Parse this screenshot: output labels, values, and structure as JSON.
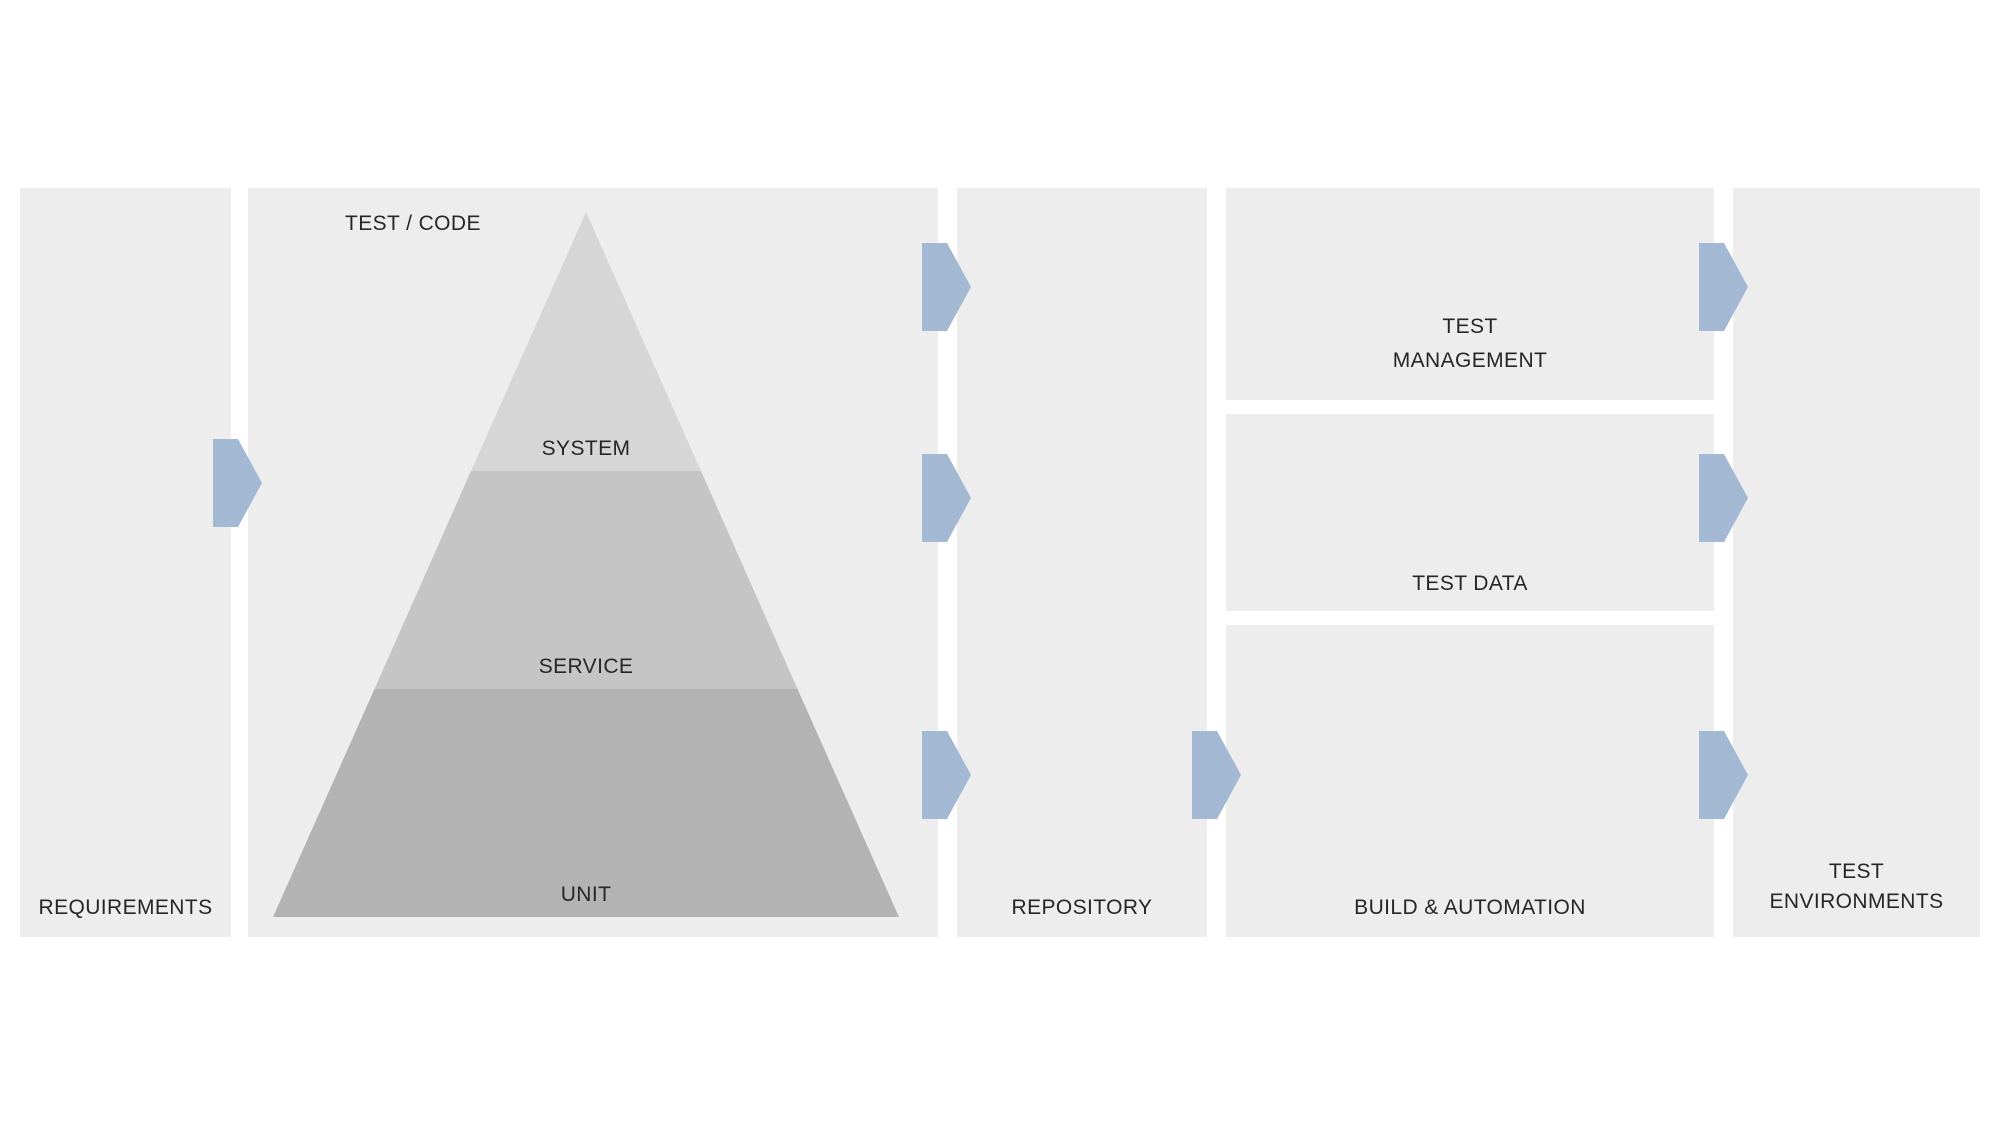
{
  "colors": {
    "panel": "#ededed",
    "arrow": "#a3b8d3",
    "label": "#262626"
  },
  "panels": {
    "requirements": {
      "label": "REQUIREMENTS"
    },
    "test_code": {
      "label": "TEST / CODE"
    },
    "repository": {
      "label": "REPOSITORY"
    },
    "test_management": {
      "label": "TEST\nMANAGEMENT"
    },
    "test_data": {
      "label": "TEST DATA"
    },
    "build_automation": {
      "label": "BUILD & AUTOMATION"
    },
    "test_environments": {
      "label": "TEST\nENVIRONMENTS"
    }
  },
  "pyramid": {
    "levels": [
      {
        "label": "SYSTEM",
        "color": "#d6d6d6"
      },
      {
        "label": "SERVICE",
        "color": "#c5c5c5"
      },
      {
        "label": "UNIT",
        "color": "#b3b3b3"
      }
    ]
  }
}
